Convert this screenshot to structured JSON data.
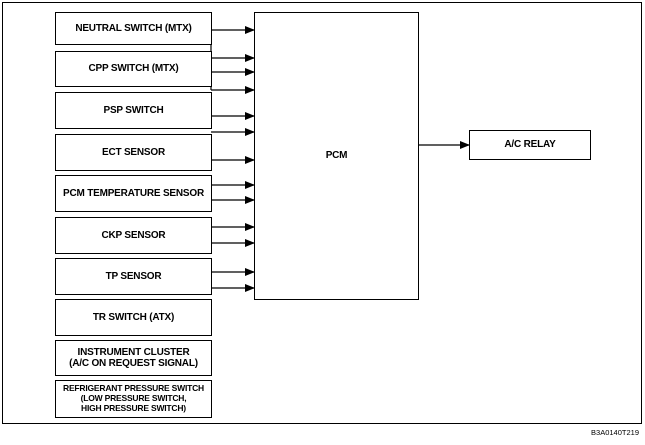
{
  "inputs": [
    {
      "label": "NEUTRAL SWITCH (MTX)"
    },
    {
      "label": "CPP SWITCH (MTX)"
    },
    {
      "label": "PSP SWITCH"
    },
    {
      "label": "ECT SENSOR"
    },
    {
      "label": "PCM TEMPERATURE SENSOR"
    },
    {
      "label": "CKP SENSOR"
    },
    {
      "label": "TP SENSOR"
    },
    {
      "label": "TR SWITCH (ATX)"
    },
    {
      "line1": "INSTRUMENT CLUSTER",
      "line2": "(A/C ON REQUEST SIGNAL)"
    },
    {
      "line1": "REFRIGERANT PRESSURE SWITCH",
      "line2": "(LOW PRESSURE SWITCH,",
      "line3": "HIGH PRESSURE SWITCH)"
    }
  ],
  "pcm_label": "PCM",
  "output_label": "A/C RELAY",
  "diagram_code": "B3A0140T219"
}
